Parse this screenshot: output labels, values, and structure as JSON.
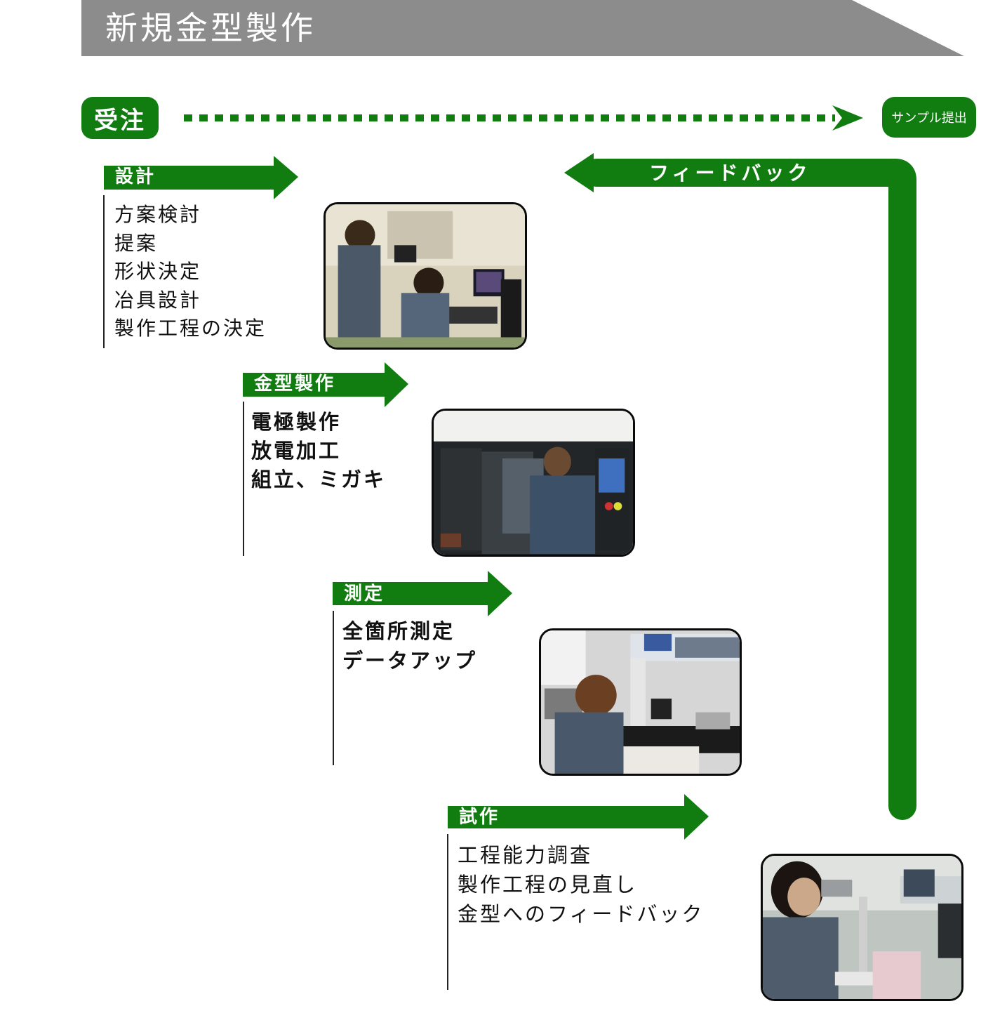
{
  "header": {
    "title": "新規金型製作",
    "banner_color": "#8c8c8c"
  },
  "flow": {
    "start_label": "受注",
    "end_label": "サンプル提出",
    "feedback_label": "フィードバック",
    "accent_color": "#117d11"
  },
  "steps": [
    {
      "label": "設計",
      "tasks": [
        "方案検討",
        "提案",
        "形状決定",
        "冶具設計",
        "製作工程の決定"
      ],
      "photo_icon": "design-office-photo"
    },
    {
      "label": "金型製作",
      "tasks": [
        "電極製作",
        "放電加工",
        "組立、ミガキ"
      ],
      "photo_icon": "machining-center-photo"
    },
    {
      "label": "測定",
      "tasks": [
        "全箇所測定",
        "データアップ"
      ],
      "photo_icon": "measurement-machine-photo"
    },
    {
      "label": "試作",
      "tasks": [
        "工程能力調査",
        "製作工程の見直し",
        "金型へのフィードバック"
      ],
      "photo_icon": "microscope-inspection-photo"
    }
  ]
}
